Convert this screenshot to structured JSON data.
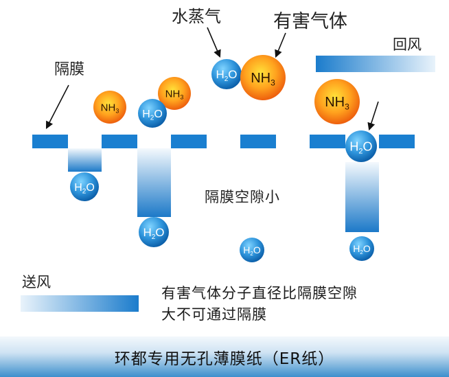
{
  "labels": {
    "water_vapor": "水蒸气",
    "harmful_gas": "有害气体",
    "membrane": "隔膜",
    "return_air": "回风",
    "supply_air": "送风",
    "small_gap": "隔膜空隙小"
  },
  "note_lines": [
    "有害气体分子直径比隔膜空隙",
    "大不可通过隔膜"
  ],
  "banner_title": "环都专用无孔薄膜纸（ER纸）",
  "molecules": {
    "h2o_prefix": "H",
    "h2o_sub": "2",
    "h2o_suffix": "O",
    "nh3_prefix": "NH",
    "nh3_sub": "3"
  },
  "colors": {
    "blue_dark": "#0b63b3",
    "blue_light": "#4fb7ee",
    "orange_dark": "#f06a10",
    "orange_light": "#ffd12a",
    "bar_blue": "#1a7fd0",
    "banner_top": "#eef5fb",
    "banner_bottom": "#3b8fcd"
  }
}
